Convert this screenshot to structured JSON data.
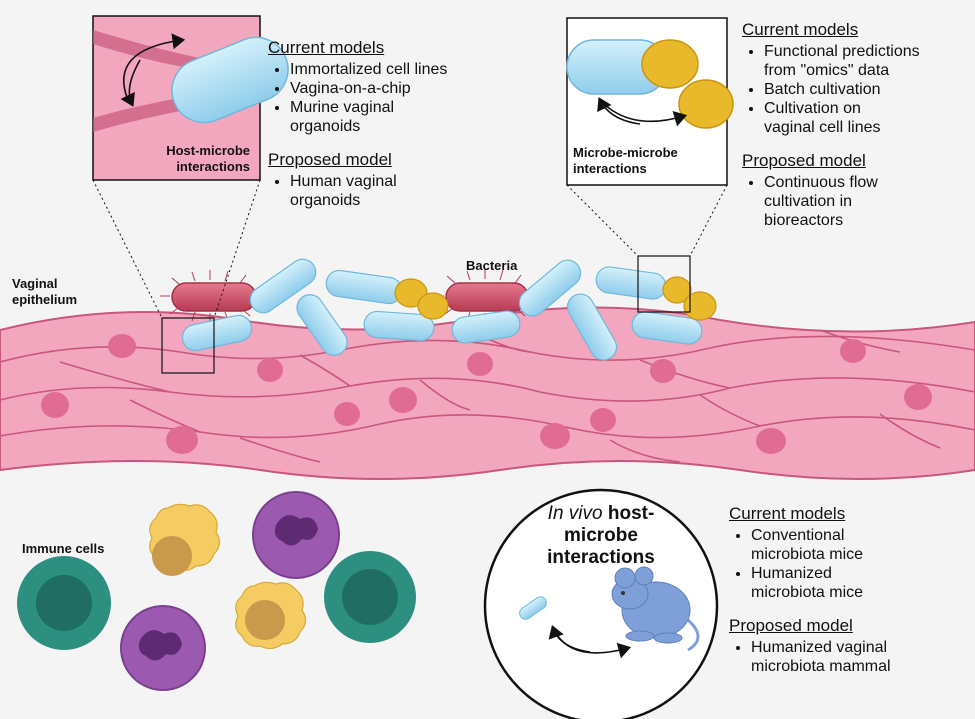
{
  "labels": {
    "vaginal_epithelium": [
      "Vaginal",
      "epithelium"
    ],
    "bacteria": "Bacteria",
    "immune_cells": "Immune cells"
  },
  "panel_host": {
    "caption": [
      "Host-microbe",
      "interactions"
    ],
    "current_heading": "Current models",
    "current_items": [
      "Immortalized cell lines",
      "Vagina-on-a-chip",
      "Murine vaginal organoids"
    ],
    "proposed_heading": "Proposed model",
    "proposed_items": [
      "Human vaginal organoids"
    ]
  },
  "panel_microbe": {
    "caption": [
      "Microbe-microbe",
      "interactions"
    ],
    "current_heading": "Current models",
    "current_items": [
      "Functional predictions from \"omics\" data",
      "Batch cultivation",
      "Cultivation on vaginal cell lines"
    ],
    "proposed_heading": "Proposed model",
    "proposed_items": [
      "Continuous flow cultivation in bioreactors"
    ]
  },
  "panel_invivo": {
    "title_italic": "In vivo",
    "title_rest_1": "host-",
    "title_rest_2": "microbe",
    "title_rest_3": "interactions",
    "current_heading": "Current models",
    "current_items": [
      "Conventional microbiota mice",
      "Humanized microbiota mice"
    ],
    "proposed_heading": "Proposed model",
    "proposed_items": [
      "Humanized vaginal microbiota mammal"
    ]
  },
  "colors": {
    "background": "#f4f4f4",
    "epithelium": "#f2a7bf",
    "epithelium_outline": "#c9577c",
    "nucleus": "#e06b93",
    "rod_bacteria": "#a9dcf2",
    "pathogen": "#cf4a63",
    "coccus": "#e8b92a",
    "immune_teal": "#2c8f7f",
    "immune_purple": "#9b5ab0",
    "immune_yellow": "#f4cc62",
    "mouse": "#7f9fd8"
  }
}
